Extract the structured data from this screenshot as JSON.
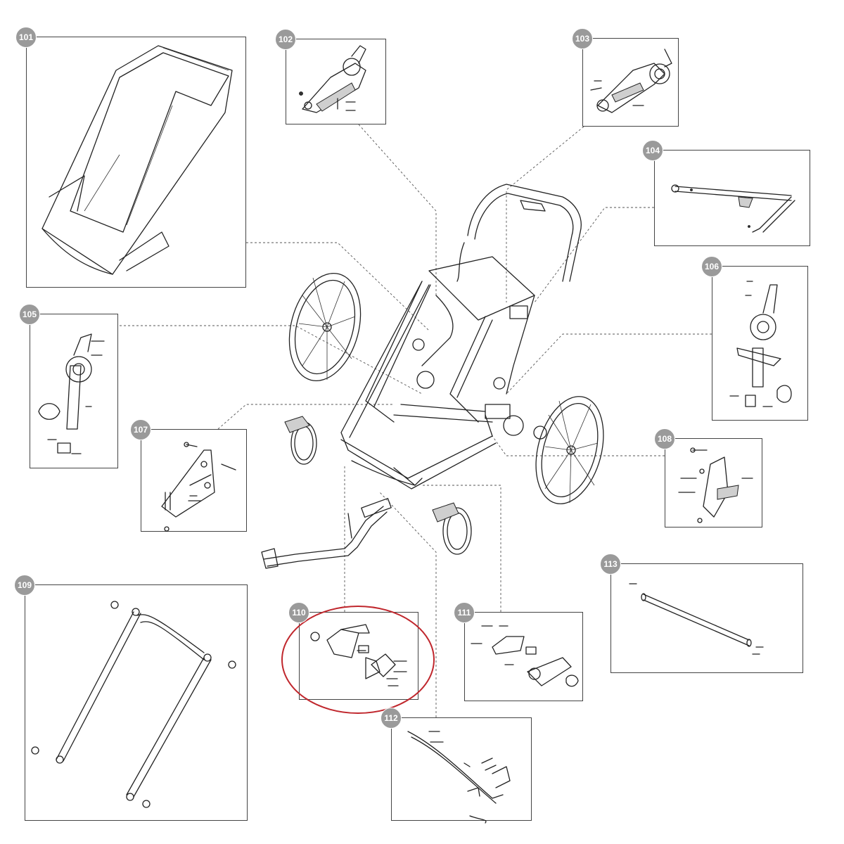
{
  "parts": [
    {
      "id": "box-101",
      "label": "101"
    },
    {
      "id": "box-102",
      "label": "102"
    },
    {
      "id": "box-103",
      "label": "103"
    },
    {
      "id": "box-104",
      "label": "104"
    },
    {
      "id": "box-105",
      "label": "105"
    },
    {
      "id": "box-106",
      "label": "106"
    },
    {
      "id": "box-107",
      "label": "107"
    },
    {
      "id": "box-108",
      "label": "108"
    },
    {
      "id": "box-109",
      "label": "109"
    },
    {
      "id": "box-110",
      "label": "110"
    },
    {
      "id": "box-111",
      "label": "111"
    },
    {
      "id": "box-112",
      "label": "112"
    },
    {
      "id": "box-113",
      "label": "113"
    }
  ],
  "colors": {
    "badge": "#9a9a9a",
    "highlight": "#c0272d",
    "line": "#222222"
  }
}
